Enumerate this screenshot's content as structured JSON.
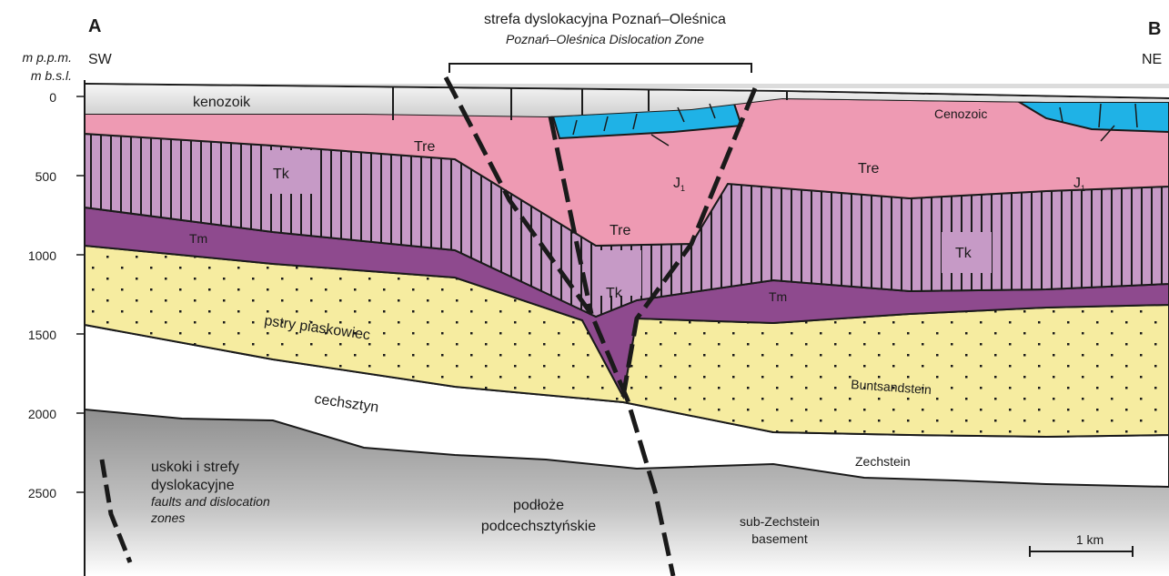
{
  "panel": {
    "start_letter": "A",
    "end_letter": "B",
    "start_direction": "SW",
    "end_direction": "NE"
  },
  "zone_title": {
    "pl": "strefa dyslokacyjna Poznań–Oleśnica",
    "en": "Poznań–Oleśnica Dislocation Zone"
  },
  "depth_axis": {
    "unit_pl": "m p.p.m.",
    "unit_en": "m b.s.l.",
    "ticks": [
      "0",
      "500",
      "1000",
      "1500",
      "2000",
      "2500"
    ]
  },
  "units": {
    "kenozoik": "kenozoik",
    "cenozoic": "Cenozoic",
    "tre": "Tre",
    "tk": "Tk",
    "tm": "Tm",
    "j1_base": "J",
    "j1_sub": "1",
    "pstry_piaskowiec": "pstry piaskowiec",
    "buntsandstein": "Buntsandstein",
    "cechsztyn": "cechsztyn",
    "zechstein": "Zechstein",
    "podloze_line1": "podłoże",
    "podloze_line2": "podcechsztyńskie",
    "sub_zechstein_line1": "sub-Zechstein",
    "sub_zechstein_line2": "basement"
  },
  "legend": {
    "pl_line1": "uskoki i strefy",
    "pl_line2": "dyslokacyjne",
    "en_line1": "faults and dislocation",
    "en_line2": "zones"
  },
  "scale_bar": {
    "label": "1 km"
  },
  "colors": {
    "cenozoic": "#e4e4e4",
    "tre": "#ee9ab3",
    "tk": "#c69ac6",
    "tm": "#8e4a8e",
    "buntsandstein": "#f6eca0",
    "zechstein": "#ffffff",
    "basement": "#a9a9a9",
    "jurassic": "#1fb2e6",
    "line": "#1a1a1a"
  }
}
